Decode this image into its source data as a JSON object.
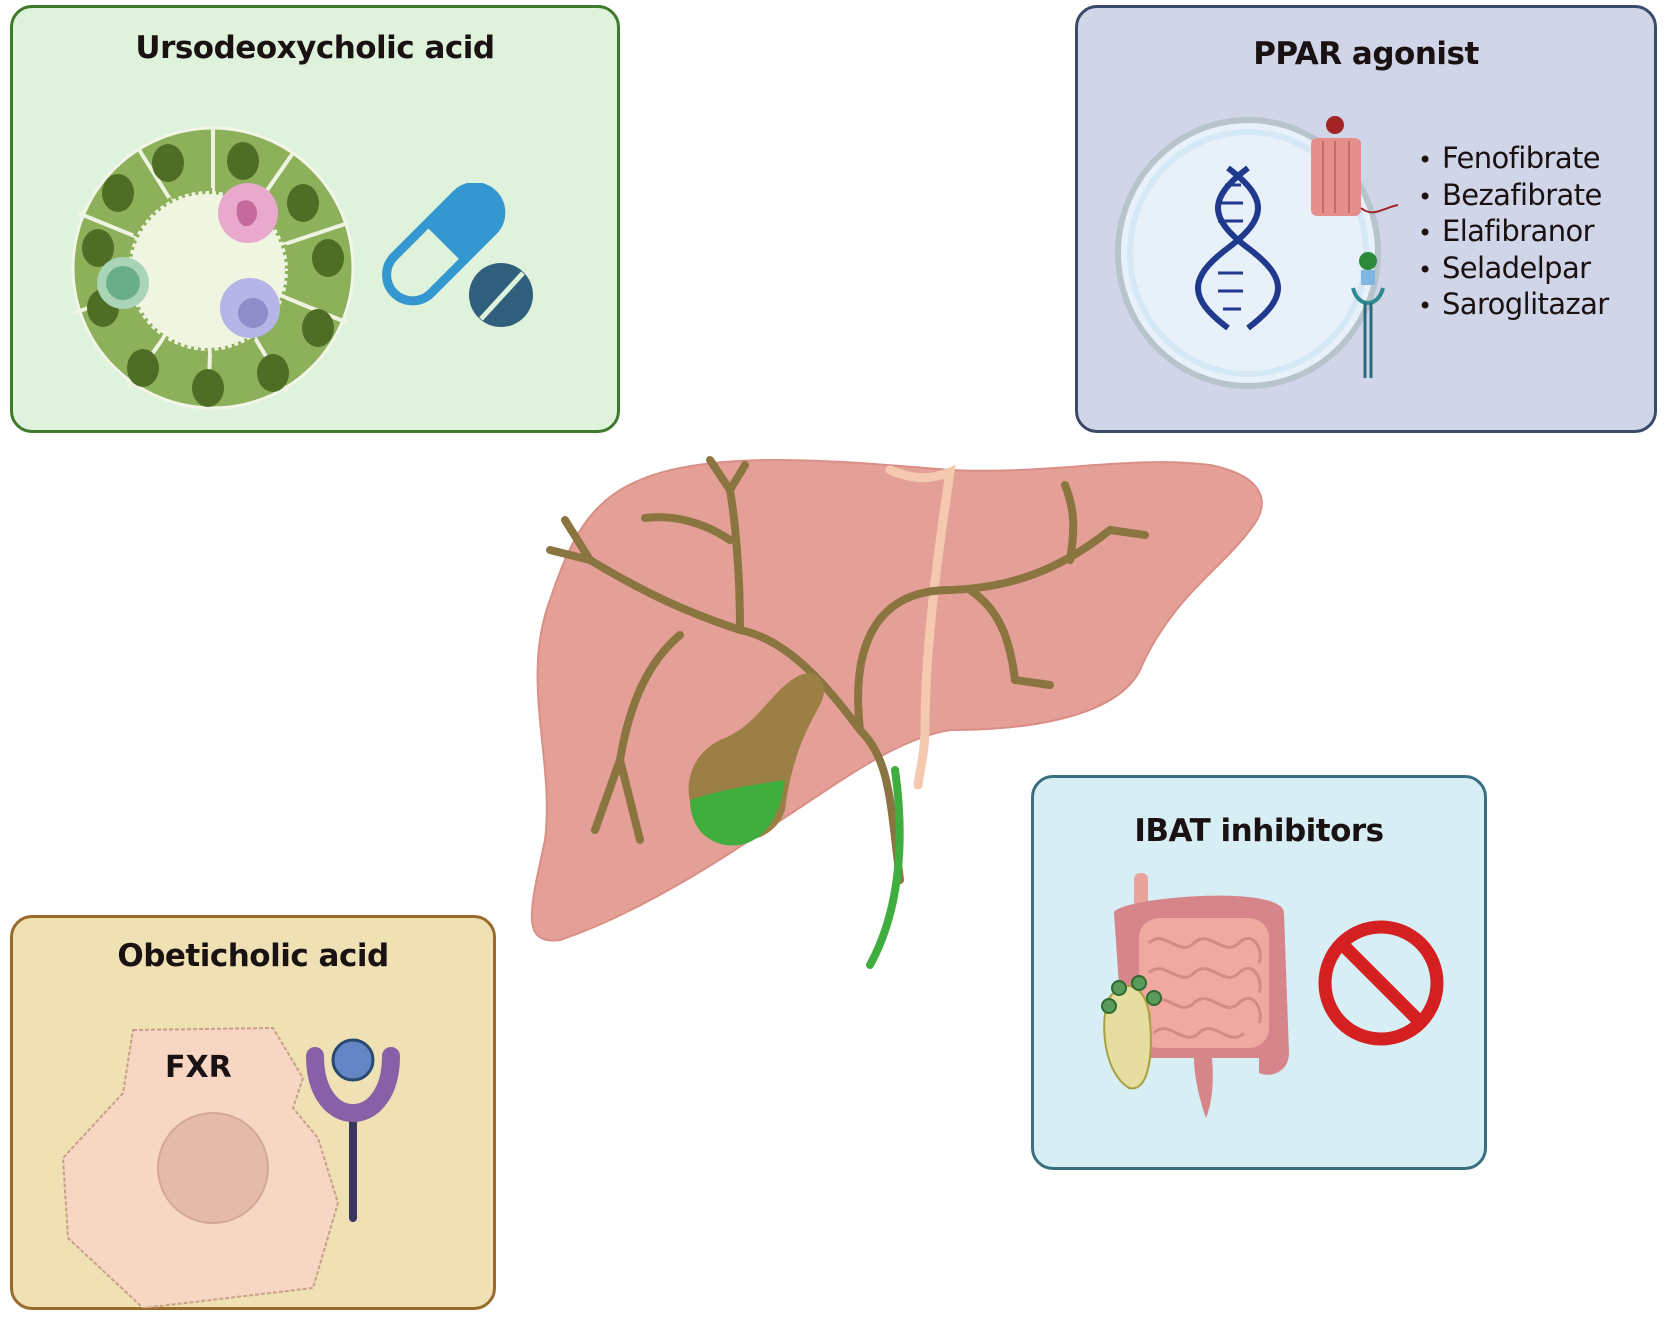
{
  "figure": {
    "center_illustration": "liver-with-biliary-tree-and-gallbladder",
    "panels": {
      "udca": {
        "title": "Ursodeoxycholic acid",
        "icons": [
          "bile-duct-cross-section-icon",
          "capsule-icon",
          "tablet-icon"
        ],
        "colors": {
          "background": "#dff2db",
          "border": "#3f7a2c"
        }
      },
      "ppar": {
        "title": "PPAR agonist",
        "icons": [
          "nucleus-icon",
          "dna-icon",
          "membrane-receptor-icon",
          "receptor-ligand-icon"
        ],
        "drugs": [
          "Fenofibrate",
          "Bezafibrate",
          "Elafibranor",
          "Seladelpar",
          "Saroglitazar"
        ],
        "colors": {
          "background": "#d0d5e8",
          "border": "#3b4a6b"
        }
      },
      "ibat": {
        "title": "IBAT inhibitors",
        "icons": [
          "intestine-icon",
          "prohibited-icon"
        ],
        "colors": {
          "background": "#d8eef5",
          "border": "#3a6f80",
          "prohibit": "#d42020"
        }
      },
      "oca": {
        "title": "Obeticholic acid",
        "cell_label": "FXR",
        "icons": [
          "cell-icon",
          "fxr-receptor-icon"
        ],
        "colors": {
          "background": "#efe1b4",
          "border": "#9a6a2b"
        }
      }
    }
  }
}
